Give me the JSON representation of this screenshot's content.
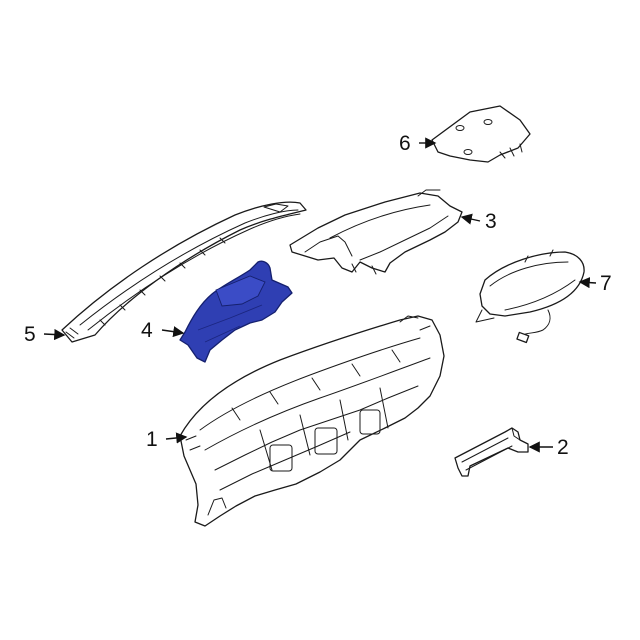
{
  "diagram": {
    "highlight_color": "#2f3fb3",
    "line_color": "#1a1a1a",
    "callouts": [
      {
        "id": "1",
        "label": "1"
      },
      {
        "id": "2",
        "label": "2"
      },
      {
        "id": "3",
        "label": "3"
      },
      {
        "id": "4",
        "label": "4",
        "highlighted": true
      },
      {
        "id": "5",
        "label": "5"
      },
      {
        "id": "6",
        "label": "6"
      },
      {
        "id": "7",
        "label": "7"
      }
    ]
  }
}
